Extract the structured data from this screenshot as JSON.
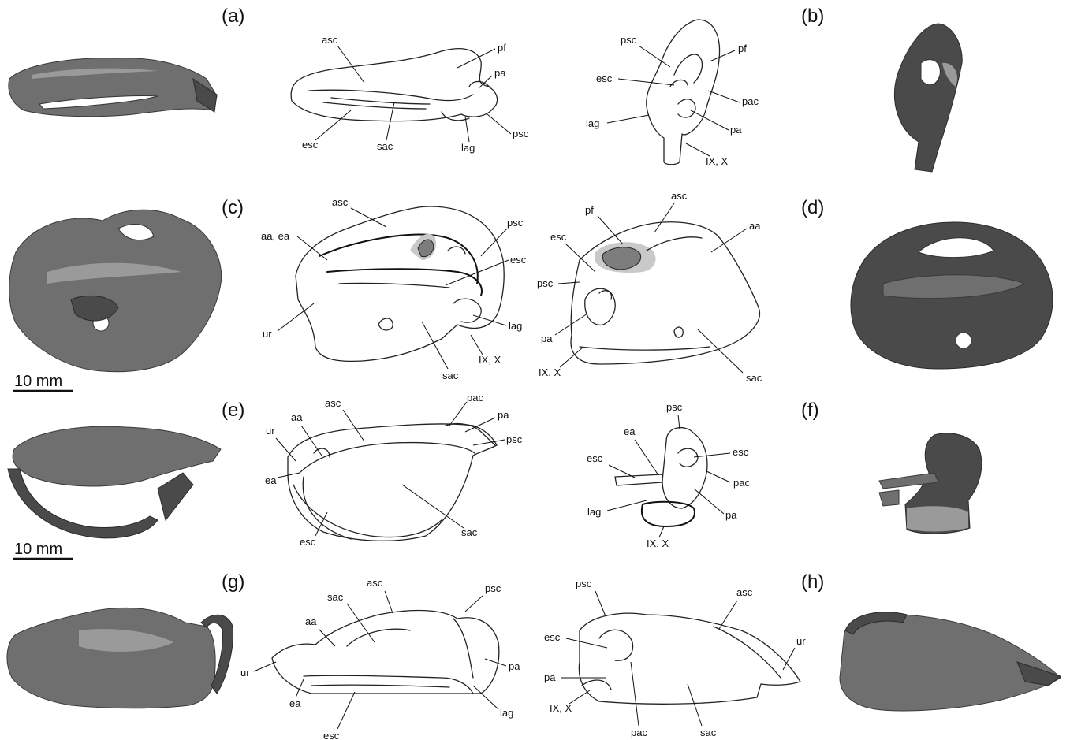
{
  "panels": [
    {
      "id": "a",
      "letter": "(a)"
    },
    {
      "id": "b",
      "letter": "(b)"
    },
    {
      "id": "c",
      "letter": "(c)"
    },
    {
      "id": "d",
      "letter": "(d)"
    },
    {
      "id": "e",
      "letter": "(e)"
    },
    {
      "id": "f",
      "letter": "(f)"
    },
    {
      "id": "g",
      "letter": "(g)"
    },
    {
      "id": "h",
      "letter": "(h)"
    }
  ],
  "scale_bars": [
    "10 mm",
    "10 mm"
  ],
  "labels": {
    "a1": [
      "asc",
      "pf",
      "pa",
      "psc",
      "lag",
      "sac",
      "esc"
    ],
    "a2": [
      "psc",
      "pf",
      "esc",
      "pac",
      "lag",
      "pa",
      "IX, X"
    ],
    "c1": [
      "asc",
      "aa, ea",
      "psc",
      "esc",
      "ur",
      "lag",
      "IX, X",
      "sac"
    ],
    "c2": [
      "pf",
      "asc",
      "aa",
      "esc",
      "psc",
      "pa",
      "IX, X",
      "sac"
    ],
    "e1": [
      "ur",
      "aa",
      "asc",
      "pac",
      "pa",
      "psc",
      "ea",
      "sac",
      "esc"
    ],
    "e2": [
      "psc",
      "ea",
      "esc",
      "esc",
      "pac",
      "lag",
      "pa",
      "IX, X"
    ],
    "g1": [
      "sac",
      "asc",
      "psc",
      "aa",
      "ur",
      "pa",
      "ea",
      "lag",
      "esc"
    ],
    "g2": [
      "psc",
      "asc",
      "esc",
      "ur",
      "pa",
      "IX, X",
      "pac",
      "sac"
    ]
  }
}
